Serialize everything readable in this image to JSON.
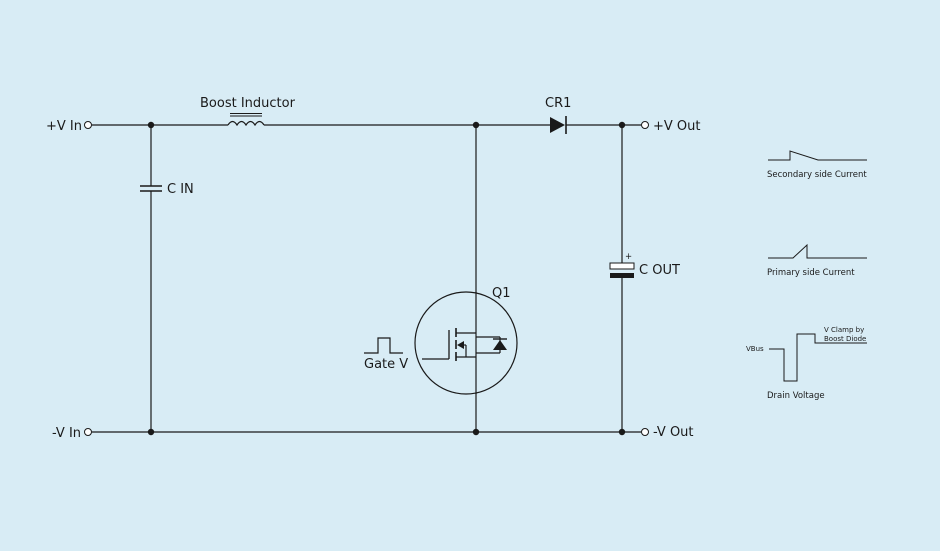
{
  "labels": {
    "v_in_pos": "+V In",
    "v_in_neg": "-V In",
    "v_out_pos": "+V Out",
    "v_out_neg": "-V Out",
    "boost_inductor": "Boost Inductor",
    "cr1": "CR1",
    "c_in": "C IN",
    "c_out": "C OUT",
    "c_out_plus": "+",
    "q1": "Q1",
    "gate_v": "Gate V"
  },
  "waveforms": {
    "secondary": "Secondary side Current",
    "primary": "Primary side Current",
    "drain": "Drain Voltage",
    "vbus": "VBus",
    "vclamp_line1": "V Clamp by",
    "vclamp_line2": "Boost Diode"
  },
  "colors": {
    "background": "#d8ecf5",
    "ink": "#1a1a1a"
  }
}
